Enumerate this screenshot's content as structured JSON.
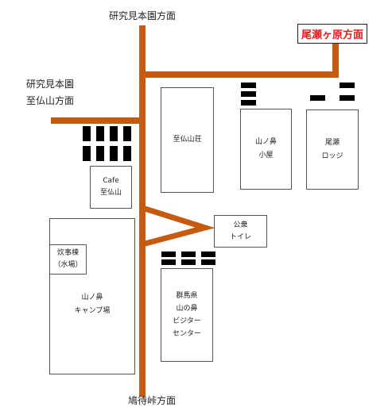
{
  "directions": {
    "north": "研究見本園方面",
    "west_line1": "研究見本園",
    "west_line2": "至仏山方面",
    "south": "鳩待峠方面",
    "northeast": "尾瀬ヶ原方面"
  },
  "buildings": {
    "shibutsu_sanso": "至仏山荘",
    "yamanohana_goya_l1": "山ノ鼻",
    "yamanohana_goya_l2": "小屋",
    "oze_lodge_l1": "尾瀬",
    "oze_lodge_l2": "ロッジ",
    "cafe_l1": "Cafe",
    "cafe_l2": "至仏山",
    "toilet_l1": "公衆",
    "toilet_l2": "トイレ",
    "kitchen_l1": "炊事棟",
    "kitchen_l2": "（水場）",
    "camp_l1": "山ノ鼻",
    "camp_l2": "キャンプ場",
    "visitor_l1": "群馬県",
    "visitor_l2": "山の鼻",
    "visitor_l3": "ビジター",
    "visitor_l4": "センター"
  },
  "colors": {
    "road": "#c55a11",
    "highlight": "#e02020"
  }
}
